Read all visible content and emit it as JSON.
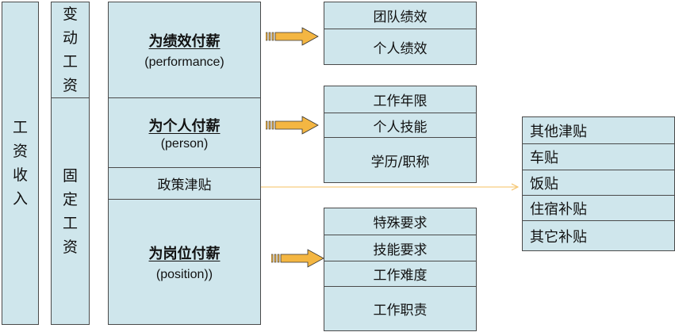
{
  "income": "工资收入",
  "variable_pay": "变动工资",
  "fixed_pay": "固定工资",
  "pay_types": {
    "performance": {
      "title": "为绩效付薪",
      "sub": "(performance)"
    },
    "person": {
      "title": "为个人付薪",
      "sub": "(person)"
    },
    "policy": {
      "title": "政策津贴"
    },
    "position": {
      "title": "为岗位付薪",
      "sub": "(position))"
    }
  },
  "performance_items": [
    "团队绩效",
    "个人绩效"
  ],
  "person_items": [
    "工作年限",
    "个人技能",
    "学历/职称"
  ],
  "position_items": [
    "特殊要求",
    "技能要求",
    "工作难度",
    "工作职责"
  ],
  "allowance_items": [
    "其他津贴",
    "车贴",
    "饭贴",
    "住宿补贴",
    "其它补贴"
  ],
  "colors": {
    "box_fill": "#cfe6ec",
    "arrow_fill": "#f4b642",
    "connector": "#f4c060"
  }
}
